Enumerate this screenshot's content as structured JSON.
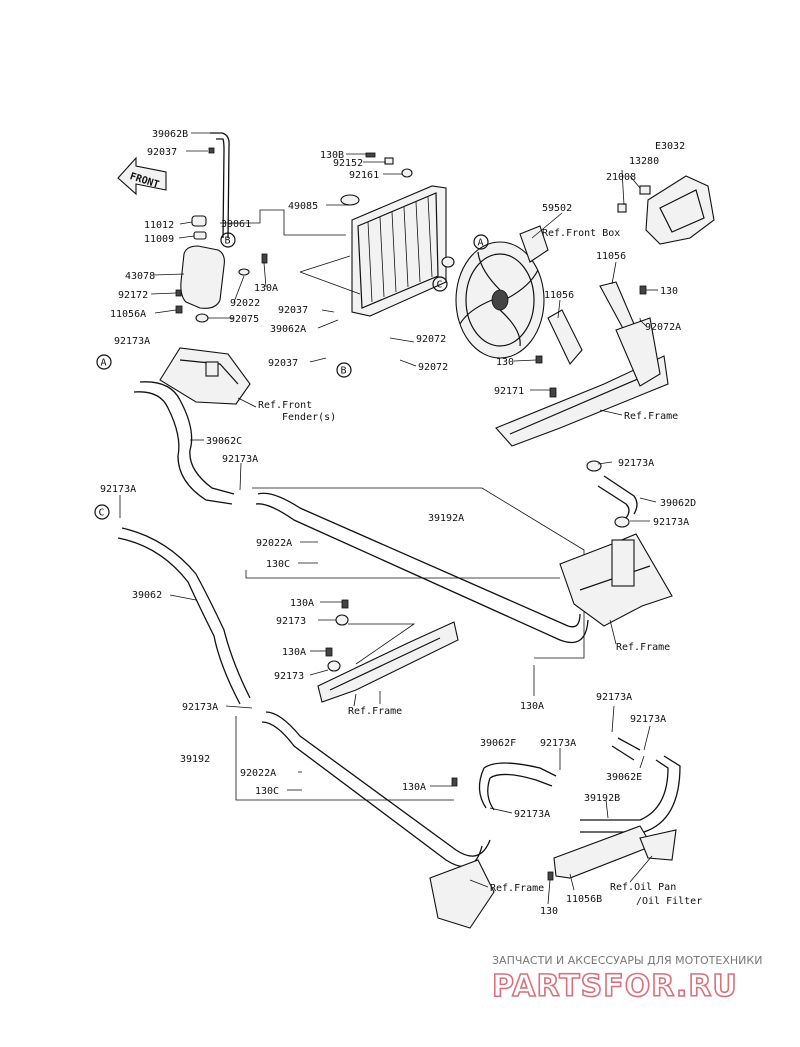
{
  "diagram_code": "E3032",
  "front_label": "FRONT",
  "labels": [
    "39062B",
    "92037",
    "11012",
    "11009",
    "43078",
    "92172",
    "11056A",
    "39061",
    "49085",
    "130A",
    "92022",
    "92075",
    "130B",
    "92152",
    "92161",
    "13280",
    "21008",
    "59502",
    "11056",
    "130",
    "92072A",
    "92037",
    "39062A",
    "92037",
    "92072",
    "92072",
    "11056",
    "130",
    "92171",
    "92173A",
    "39062C",
    "92173A",
    "92173A",
    "39062D",
    "92173A",
    "39192A",
    "92173A",
    "92022A",
    "130C",
    "39062",
    "130A",
    "92173",
    "130A",
    "92173",
    "130A",
    "92173A",
    "39192",
    "92022A",
    "130C",
    "39062F",
    "92173A",
    "130A",
    "92173A",
    "92173A",
    "92173A",
    "39062E",
    "39192B",
    "130",
    "11056B"
  ],
  "circle_markers": [
    "B",
    "B",
    "C",
    "A",
    "A",
    "C"
  ],
  "refs": [
    "Ref.Front Box",
    "Ref.Front",
    "Fender(s)",
    "Ref.Frame",
    "Ref.Frame",
    "Ref.Frame",
    "Ref.Frame",
    "Ref.Oil Pan",
    "/Oil Filter"
  ],
  "watermark": {
    "tagline": "ЗАПЧАСТИ И АКСЕССУАРЫ ДЛЯ МОТОТЕХНИКИ",
    "brand": "PARTSFOR.RU"
  }
}
